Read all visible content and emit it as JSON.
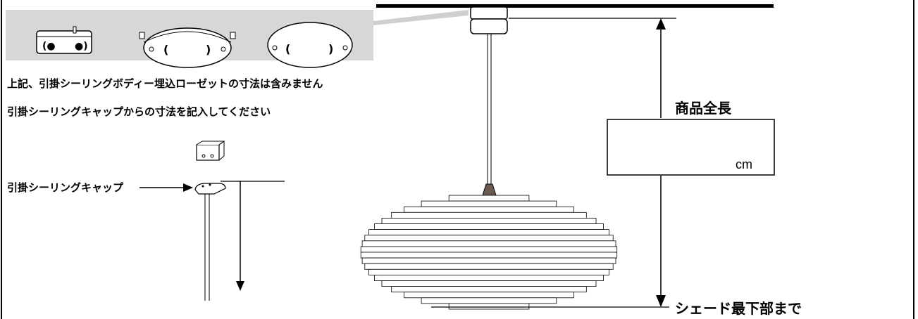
{
  "notes": {
    "line1": "上記、引掛シーリングボディー埋込ローゼットの寸法は含みません",
    "line2": "引掛シーリングキャップからの寸法を記入してください"
  },
  "cap_label": "引掛シーリングキャップ",
  "total_length_label": "商品全長",
  "unit": "cm",
  "bottom_label": "シェード最下部まで",
  "shade_rib_count": 20
}
